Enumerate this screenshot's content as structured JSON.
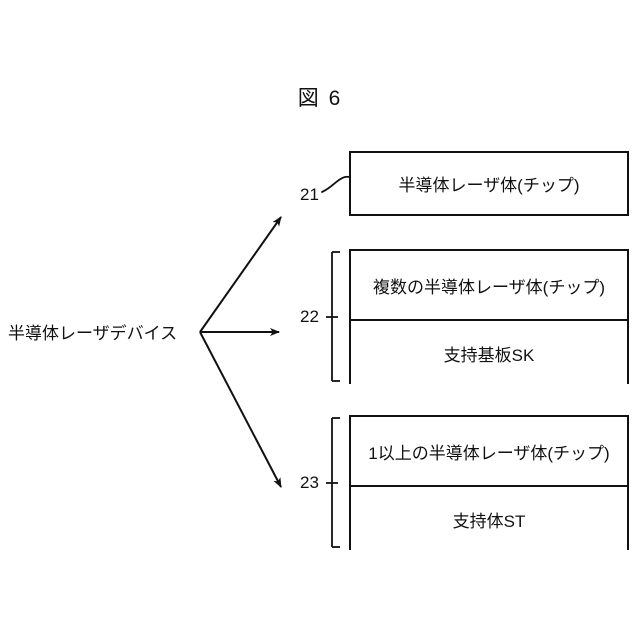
{
  "figure": {
    "title": "図 6",
    "root_label": "半導体レーザデバイス",
    "line_color": "#111111",
    "background_color": "#ffffff"
  },
  "branches": [
    {
      "ref": "21",
      "leader_type": "curved-hook",
      "rows": [
        {
          "text": "半導体レーザ体(チップ)"
        }
      ]
    },
    {
      "ref": "22",
      "leader_type": "bracket",
      "rows": [
        {
          "text": "複数の半導体レーザ体(チップ)"
        },
        {
          "text": "支持基板SK"
        }
      ]
    },
    {
      "ref": "23",
      "leader_type": "bracket",
      "rows": [
        {
          "text": "1以上の半導体レーザ体(チップ)"
        },
        {
          "text": "支持体ST"
        }
      ]
    }
  ]
}
